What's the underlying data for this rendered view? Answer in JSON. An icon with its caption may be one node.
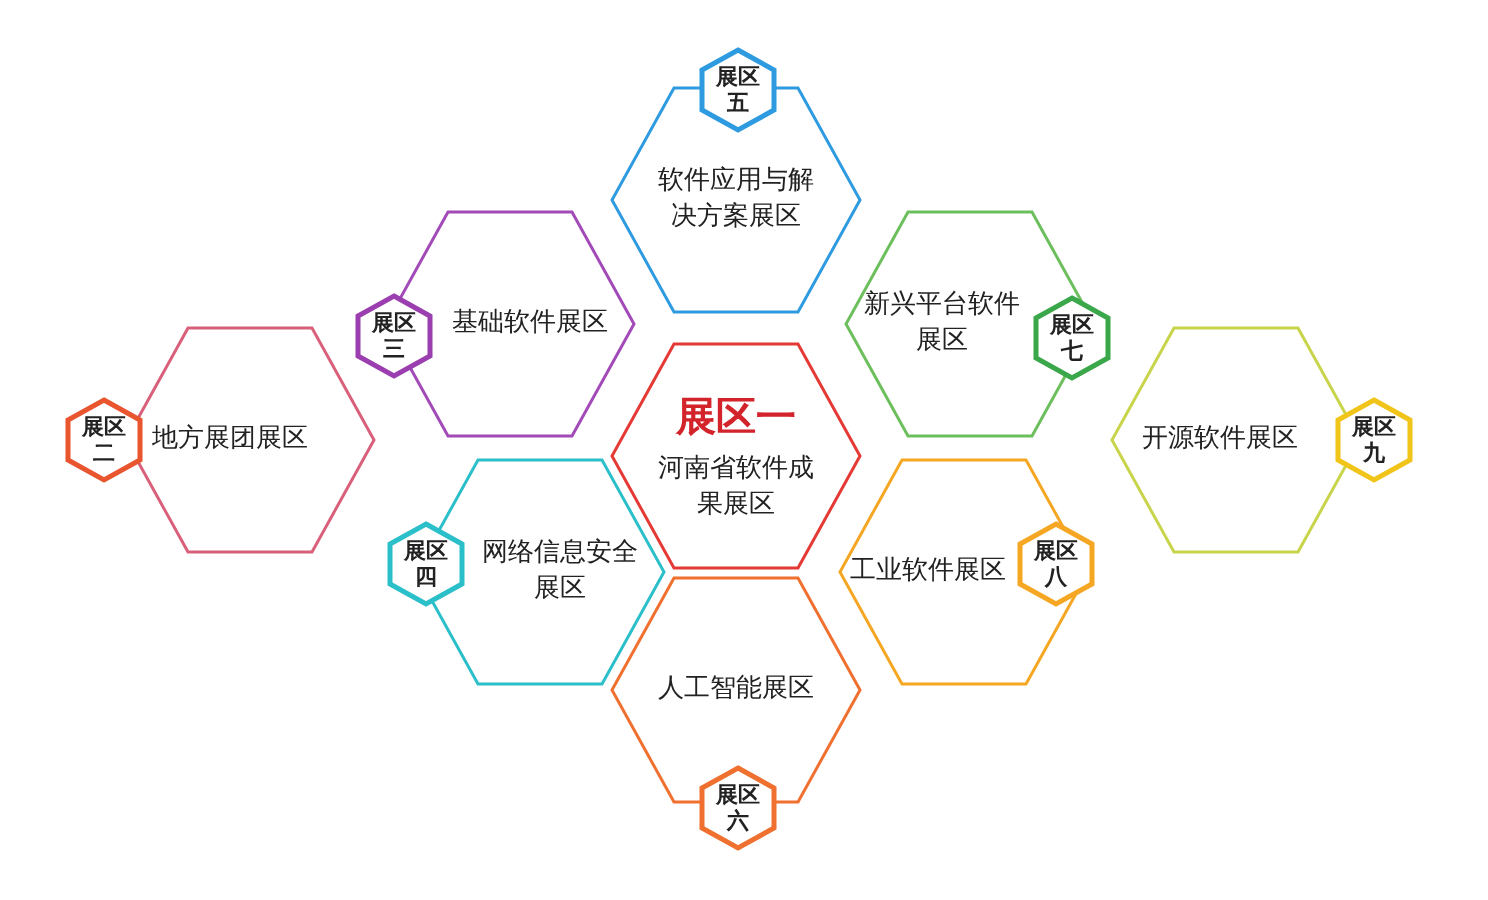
{
  "diagram": {
    "nodes": [
      {
        "text": [
          "展区一",
          "河南省软件成果展区"
        ]
      },
      {
        "text": [
          "软件应用与解决方案展区"
        ]
      },
      {
        "text": [
          "展区五"
        ]
      },
      {
        "text": [
          "基础软件展区"
        ]
      },
      {
        "text": [
          "展区三"
        ]
      },
      {
        "text": [
          "新兴平台软件展区"
        ]
      },
      {
        "text": [
          "展区七"
        ]
      },
      {
        "text": [
          "地方展团展区"
        ]
      },
      {
        "text": [
          "展区二"
        ]
      },
      {
        "text": [
          "开源软件展区"
        ]
      },
      {
        "text": [
          "展区九"
        ]
      },
      {
        "text": [
          "网络信息安全展区"
        ]
      },
      {
        "text": [
          "展区四"
        ]
      },
      {
        "text": [
          "工业软件展区"
        ]
      },
      {
        "text": [
          "展区八"
        ],
        "in": 13
      },
      {
        "text": [
          "人工智能展区"
        ]
      },
      {
        "text": [
          "展区六"
        ]
      }
    ],
    "edges": []
  }
}
